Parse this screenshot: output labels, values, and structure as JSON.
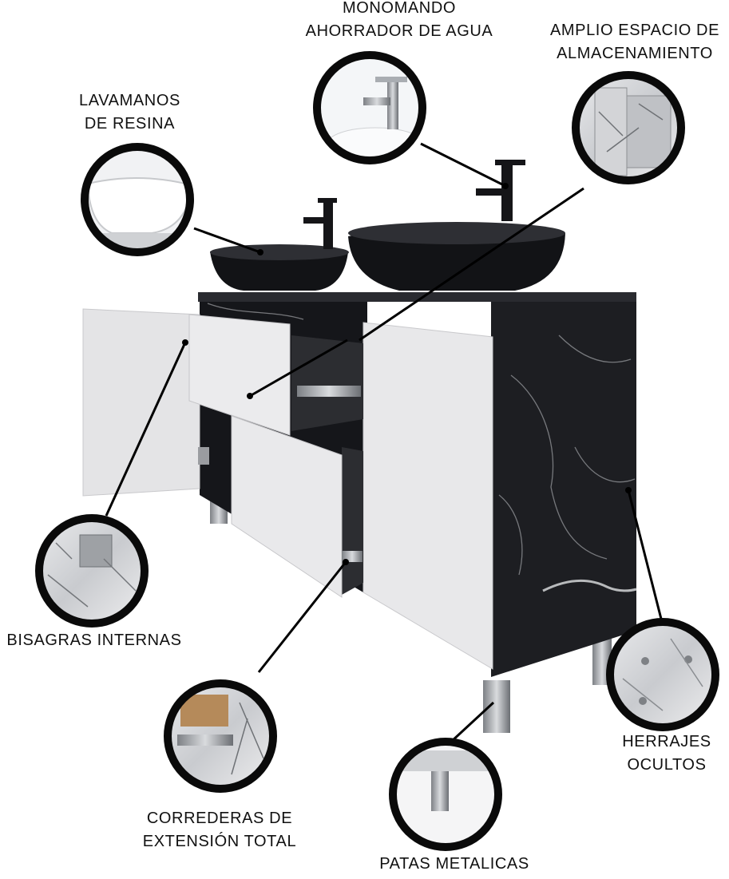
{
  "labels": {
    "monomando": [
      "MONOMANDO",
      "AHORRADOR DE AGUA"
    ],
    "amplio": [
      "AMPLIO ESPACIO DE",
      "ALMACENAMIENTO"
    ],
    "lavamanos": [
      "LAVAMANOS",
      "DE RESINA"
    ],
    "bisagras": [
      "BISAGRAS INTERNAS"
    ],
    "herrajes": [
      "HERRAJES",
      "OCULTOS"
    ],
    "correderas": [
      "CORREDERAS DE",
      "EXTENSIÓN TOTAL"
    ],
    "patas": [
      "PATAS METALICAS"
    ]
  },
  "colors": {
    "cabinet_marble": "#1d1e22",
    "door_white": "#e6e6e8",
    "callout_ring": "#0a0a0a",
    "leader_line": "#000000"
  },
  "icons": [
    "faucet-icon",
    "sink-bowl-icon",
    "drawer-slide-icon",
    "hinge-icon",
    "metal-leg-icon"
  ]
}
